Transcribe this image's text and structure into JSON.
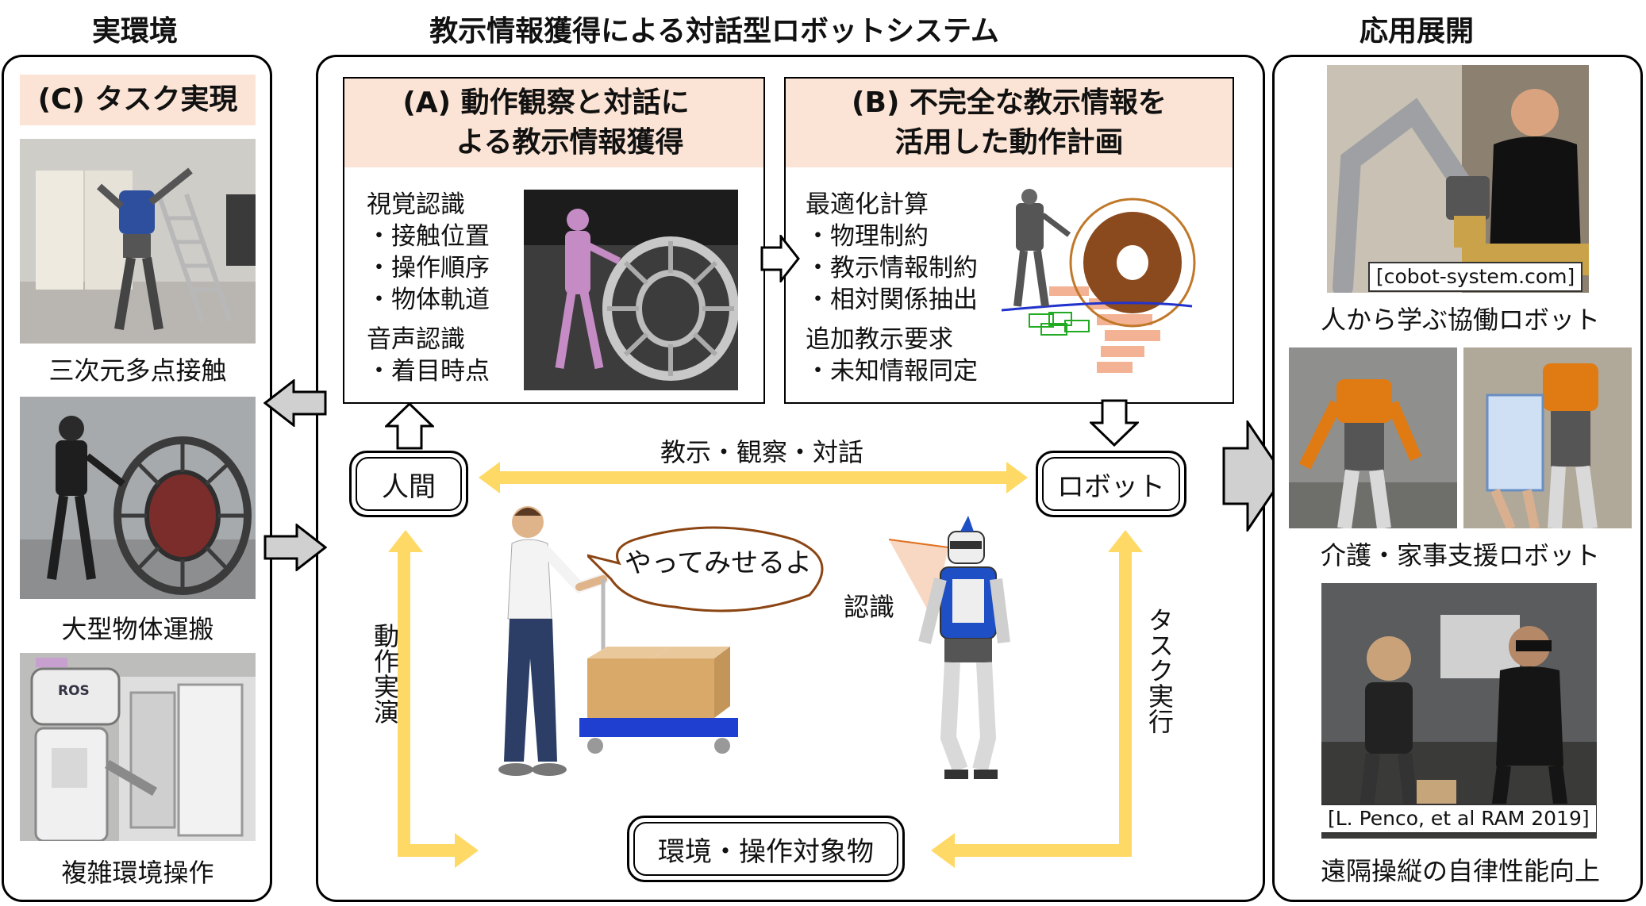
{
  "headers": {
    "left": "実環境",
    "center": "教示情報獲得による対話型ロボットシステム",
    "right": "応用展開"
  },
  "left_panel": {
    "title": "(C) タスク実現",
    "captions": [
      "三次元多点接触",
      "大型物体運搬",
      "複雑環境操作"
    ]
  },
  "box_a": {
    "title_line1": "(A) 動作観察と対話に",
    "title_line2": "よる教示情報獲得",
    "lines": [
      "視覚認識",
      "・接触位置",
      "・操作順序",
      "・物体軌道",
      "音声認識",
      "・着目時点"
    ]
  },
  "box_b": {
    "title_line1": "(B) 不完全な教示情報を",
    "title_line2": "活用した動作計画",
    "lines": [
      "最適化計算",
      "・物理制約",
      "・教示情報制約",
      "・相対関係抽出",
      "追加教示要求",
      "・未知情報同定"
    ]
  },
  "center": {
    "human_node": "人間",
    "robot_node": "ロボット",
    "env_node": "環境・操作対象物",
    "top_arrow_label": "教示・観察・対話",
    "left_arrow_label": "動作実演",
    "right_arrow_label": "タスク実行",
    "speech_bubble": "やってみせるよ",
    "recognition_label": "認識"
  },
  "right_panel": {
    "captions": [
      "人から学ぶ協働ロボット",
      "介護・家事支援ロボット",
      "遠隔操縦の自律性能向上"
    ],
    "credits": [
      "[cobot-system.com]",
      "[L. Penco, et al RAM 2019]"
    ]
  },
  "photo_labels": {
    "ros": "ROS"
  },
  "colors": {
    "title_fill": "#fbe4d5",
    "yellow_arrow": "#ffd966",
    "gray_arrow": "#d0d0d0"
  }
}
